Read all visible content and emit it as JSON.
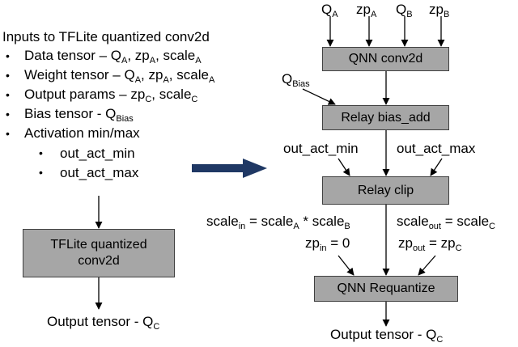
{
  "left_panel": {
    "title": "Inputs to TFLite quantized conv2d",
    "items": [
      {
        "text": "Data tensor – Q",
        "s1": "A",
        "m1": ", zp",
        "s2": "A",
        "m2": ", scale",
        "s3": "A"
      },
      {
        "text": "Weight tensor – Q",
        "s1": "A",
        "m1": ", zp",
        "s2": "A",
        "m2": ", scale",
        "s3": "A"
      },
      {
        "text": "Output params – zp",
        "s1": "C",
        "m1": ", scale",
        "s2": "C"
      },
      {
        "text": "Bias tensor - Q",
        "s1": "Bias"
      },
      {
        "text": "Activation min/max"
      }
    ],
    "subitems": [
      "out_act_min",
      "out_act_max"
    ],
    "box_label_line1": "TFLite quantized",
    "box_label_line2": "conv2d",
    "output": {
      "text": "Output tensor - Q",
      "sub": "C"
    }
  },
  "right_panel": {
    "inputs": [
      {
        "base": "Q",
        "sub": "A"
      },
      {
        "base": "zp",
        "sub": "A"
      },
      {
        "base": "Q",
        "sub": "B"
      },
      {
        "base": "zp",
        "sub": "B"
      }
    ],
    "qnn_conv2d": "QNN conv2d",
    "bias_input": {
      "base": "Q",
      "sub": "Bias"
    },
    "bias_add": "Relay bias_add",
    "act_min": "out_act_min",
    "act_max": "out_act_max",
    "clip": "Relay clip",
    "scale_in": {
      "a": "scale",
      "a_sub": "in",
      "b": " = scale",
      "b_sub": "A",
      "c": " * scale",
      "c_sub": "B"
    },
    "zp_in": {
      "a": "zp",
      "a_sub": "in",
      "b": " = 0"
    },
    "scale_out": {
      "a": "scale",
      "a_sub": "out",
      "b": " = scale",
      "b_sub": "C"
    },
    "zp_out": {
      "a": "zp",
      "a_sub": "out",
      "b": " = zp",
      "b_sub": "C"
    },
    "requantize": "QNN Requantize",
    "output": {
      "text": "Output tensor - Q",
      "sub": "C"
    }
  }
}
